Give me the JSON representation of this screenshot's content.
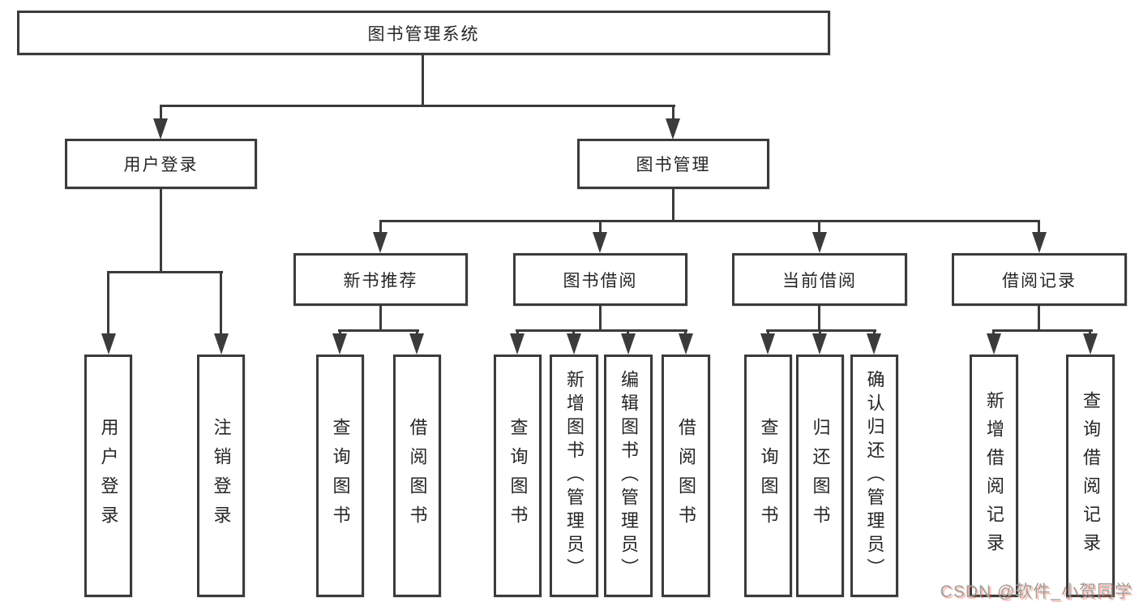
{
  "diagram": {
    "title": "图书管理系统",
    "level2": {
      "user_login": "用户登录",
      "book_mgmt": "图书管理"
    },
    "level3": {
      "new_books": "新书推荐",
      "book_borrow": "图书借阅",
      "current_borrow": "当前借阅",
      "borrow_records": "借阅记录"
    },
    "leaves": {
      "user_login_leaf": "用户登录",
      "logout": "注销登录",
      "nb_query": "查询图书",
      "nb_borrow": "借阅图书",
      "bb_query": "查询图书",
      "bb_add": "新增图书（管理员）",
      "bb_edit": "编辑图书（管理员）",
      "bb_borrow": "借阅图书",
      "cb_query": "查询图书",
      "cb_return": "归还图书",
      "cb_confirm": "确认归还（管理员）",
      "br_add": "新增借阅记录",
      "br_query": "查询借阅记录"
    },
    "watermark": "CSDN @软件_小贺同学",
    "colors": {
      "line": "#3b3b3b",
      "text": "#262626",
      "watermark": "#9e9e9e",
      "watermark_shadow": "rgba(252,85,49,0.4)"
    }
  }
}
